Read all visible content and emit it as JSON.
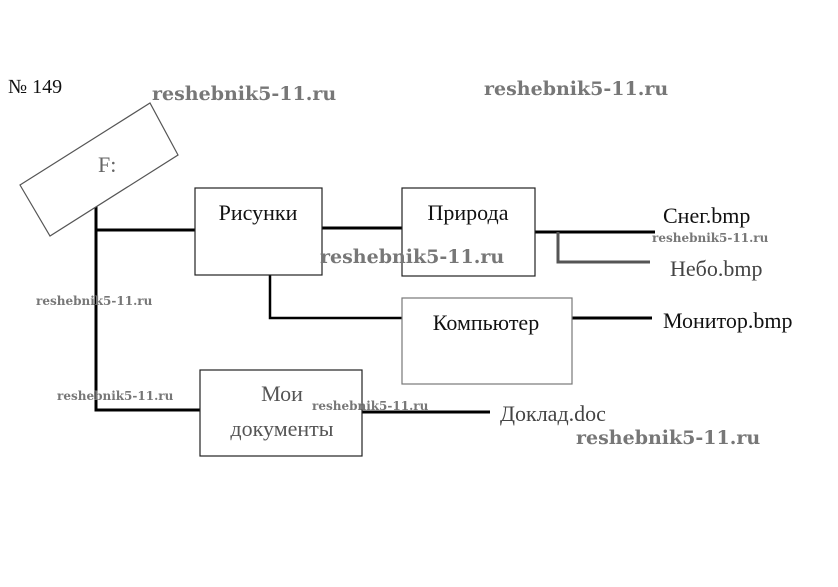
{
  "problem_number": "№ 149",
  "watermark": "reshebnik5-11.ru",
  "nodes": {
    "root": "F:",
    "pictures": "Рисунки",
    "nature": "Природа",
    "computer": "Компьютер",
    "my_docs_line1": "Мои",
    "my_docs_line2": "документы"
  },
  "files": {
    "snow": "Снег.bmp",
    "sky": "Небо.bmp",
    "monitor": "Монитор.bmp",
    "report": "Доклад.doc"
  }
}
